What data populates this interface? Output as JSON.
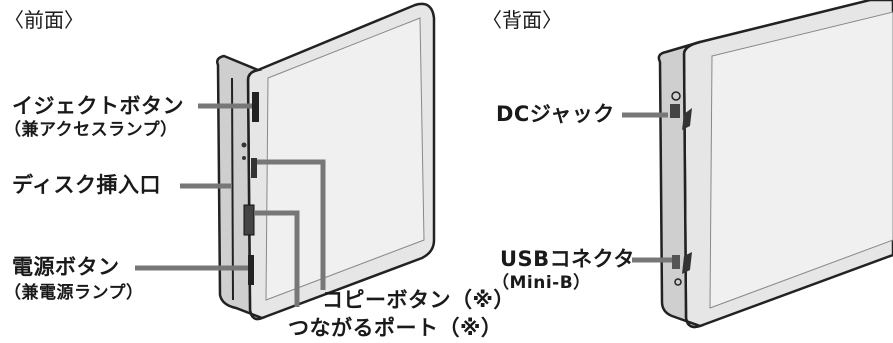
{
  "front": {
    "heading": "〈前面〉",
    "labels": {
      "eject": "イジェクトボタン",
      "eject_sub": "（兼アクセスランプ）",
      "slot": "ディスク挿入口",
      "power": "電源ボタン",
      "power_sub": "（兼電源ランプ）",
      "copy": "コピーボタン（※）",
      "port": "つながるポート（※）"
    }
  },
  "back": {
    "heading": "〈背面〉",
    "labels": {
      "dc": "DCジャック",
      "usb": "USBコネクタ",
      "usb_sub": "（Mini-B）"
    }
  },
  "colors": {
    "leader": "#777777",
    "outline": "#222222",
    "body": "#d8d8d8",
    "panel": "#e8e8e8"
  }
}
